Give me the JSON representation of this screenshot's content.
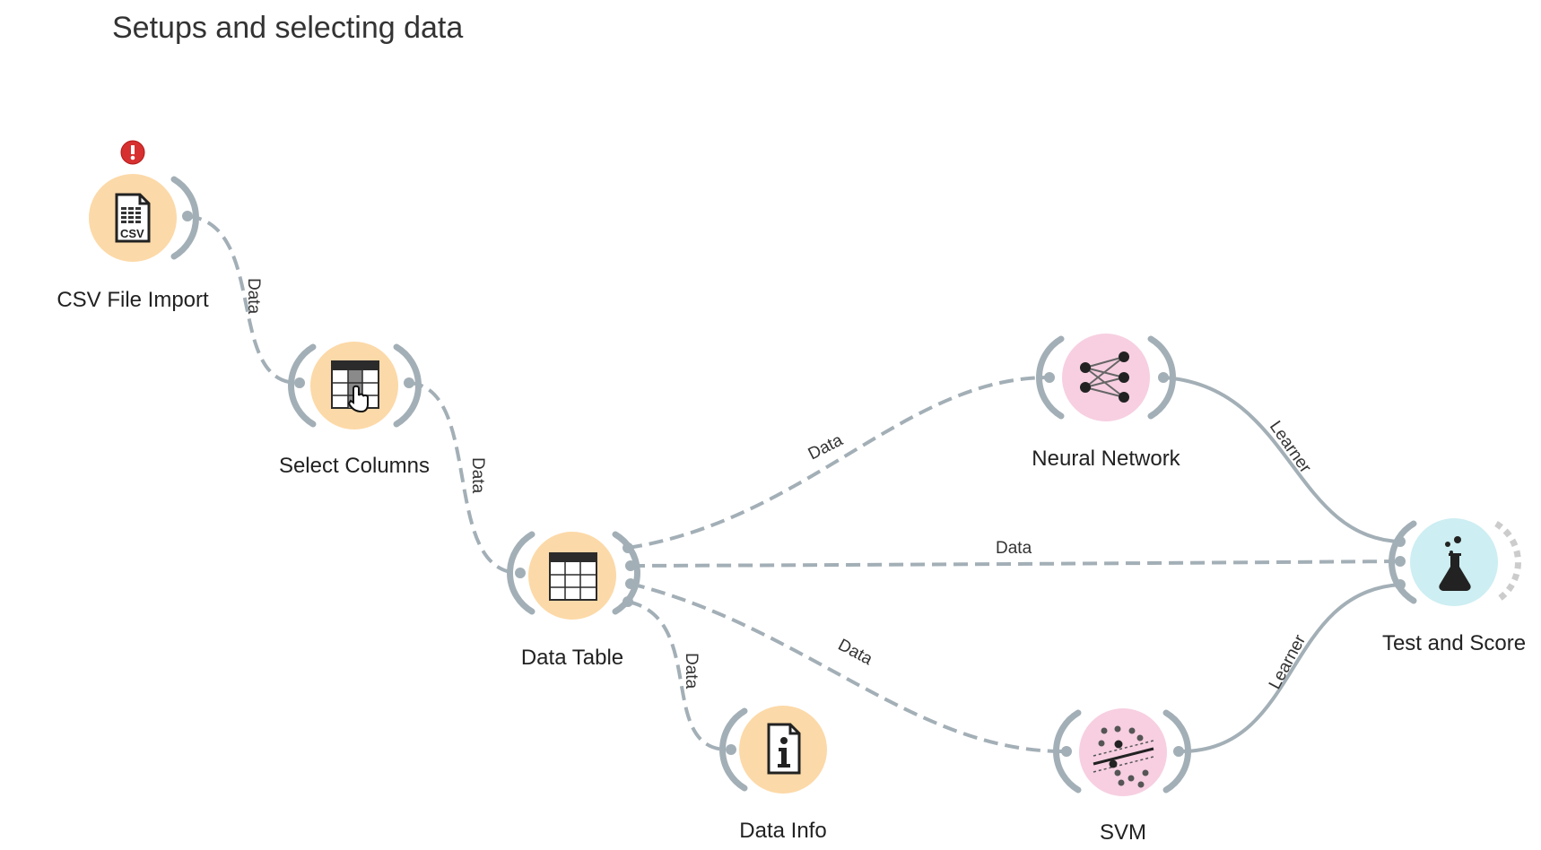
{
  "annotation": {
    "title": "Setups and selecting data"
  },
  "colors": {
    "data_widget": "#fcd9a8",
    "model_widget": "#f7cfe1",
    "evaluate_widget": "#cdeef2",
    "link": "#a3afb6",
    "error": "#d73030"
  },
  "widgets": {
    "csv_file_import": {
      "label": "CSV File Import",
      "icon": "csv-file-icon",
      "status": "error"
    },
    "select_columns": {
      "label": "Select Columns",
      "icon": "select-columns-icon"
    },
    "data_table": {
      "label": "Data Table",
      "icon": "table-icon"
    },
    "data_info": {
      "label": "Data Info",
      "icon": "info-icon"
    },
    "neural_network": {
      "label": "Neural Network",
      "icon": "neural-network-icon"
    },
    "svm": {
      "label": "SVM",
      "icon": "svm-icon"
    },
    "test_and_score": {
      "label": "Test and Score",
      "icon": "flask-icon"
    }
  },
  "links": {
    "csv_to_select": "Data",
    "select_to_table": "Data",
    "table_to_nn": "Data",
    "table_to_test": "Data",
    "table_to_svm": "Data",
    "table_to_info": "Data",
    "nn_to_test": "Learner",
    "svm_to_test": "Learner"
  }
}
